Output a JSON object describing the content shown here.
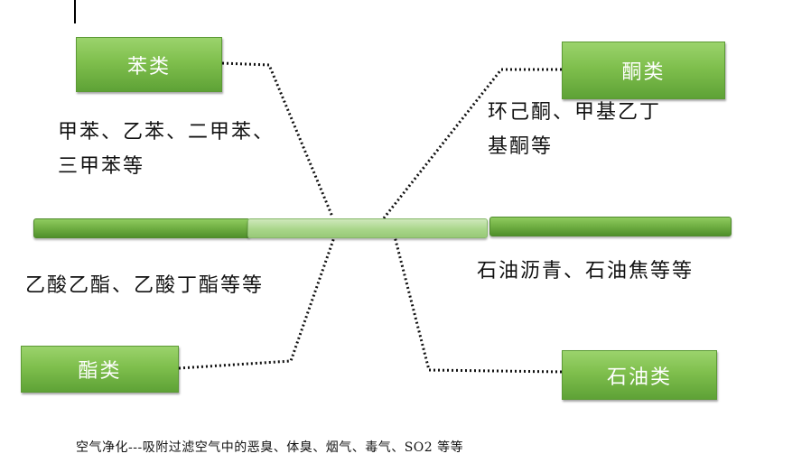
{
  "categories": {
    "benzene": {
      "label": "苯类",
      "examples": [
        "甲苯、乙苯、二甲苯、",
        "三甲苯等"
      ]
    },
    "ketone": {
      "label": "酮类",
      "examples": [
        "环己酮、甲基乙丁",
        "基酮等"
      ]
    },
    "ester": {
      "label": "酯类",
      "examples": [
        "乙酸乙酯、乙酸丁酯等等"
      ]
    },
    "petroleum": {
      "label": "石油类",
      "examples": [
        "石油沥青、石油焦等等"
      ]
    }
  },
  "footer": "空气净化---吸附过滤空气中的恶臭、体臭、烟气、毒气、SO2 等等",
  "colors": {
    "box_green": "#7fbf4d",
    "bar_dark": "#6fae42",
    "bar_light": "#a9d68a",
    "dotted_line": "#111111"
  }
}
